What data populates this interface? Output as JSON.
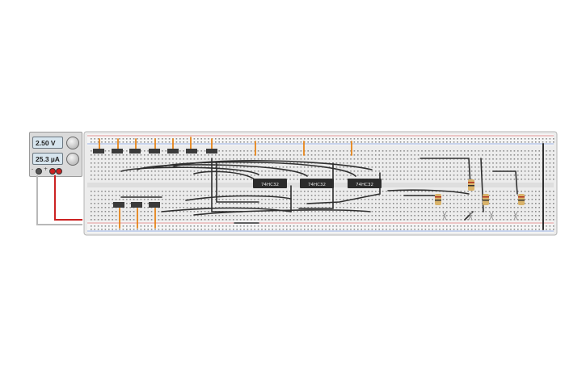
{
  "power_supply": {
    "voltage": "2.50 V",
    "current": "25.3 µA",
    "minus_label": "-",
    "plus_label": "+"
  },
  "chips": [
    {
      "label": "74HC32"
    },
    {
      "label": "74HC32"
    },
    {
      "label": "74HC32"
    }
  ],
  "colors": {
    "breadboard": "#ececec",
    "wire": "#2f2f2f",
    "orange_lead": "#e8861a",
    "rail_red": "#d23b3b",
    "psu_red_wire": "#cc2222",
    "chip_body": "#2b2b2b"
  }
}
